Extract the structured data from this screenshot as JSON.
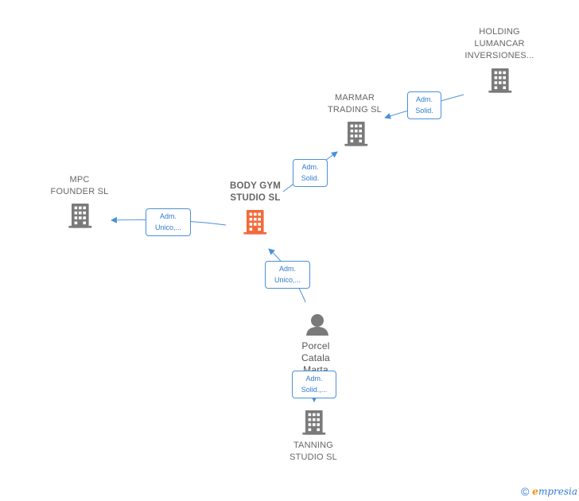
{
  "nodes": {
    "holding": {
      "label": "HOLDING\nLUMANCAR\nINVERSIONES...",
      "icon": "building-icon",
      "color": "#7a7a7a"
    },
    "marmar": {
      "label": "MARMAR\nTRADING  SL",
      "icon": "building-icon",
      "color": "#7a7a7a"
    },
    "mpc": {
      "label": "MPC\nFOUNDER  SL",
      "icon": "building-icon",
      "color": "#7a7a7a"
    },
    "bodygym": {
      "label": "BODY GYM\nSTUDIO  SL",
      "icon": "building-icon",
      "color": "#f26a3c"
    },
    "porcel": {
      "label": "Porcel\nCatala\nMarta",
      "icon": "person-icon",
      "color": "#7a7a7a"
    },
    "tanning": {
      "label": "TANNING\nSTUDIO  SL",
      "icon": "building-icon",
      "color": "#7a7a7a"
    }
  },
  "edges": {
    "holding_marmar": "Adm.\nSolid.",
    "bodygym_marmar": "Adm.\nSolid.",
    "bodygym_mpc": "Adm.\nUnico,...",
    "porcel_bodygym": "Adm.\nUnico,...",
    "porcel_tanning": "Adm.\nSolid.,..."
  },
  "colors": {
    "edge": "#4a90d9",
    "edge_text": "#2f7bd0",
    "main_node": "#f26a3c",
    "node": "#7a7a7a"
  },
  "footer": {
    "copyright": "©",
    "brand_initial": "e",
    "brand_rest": "mpresia"
  }
}
